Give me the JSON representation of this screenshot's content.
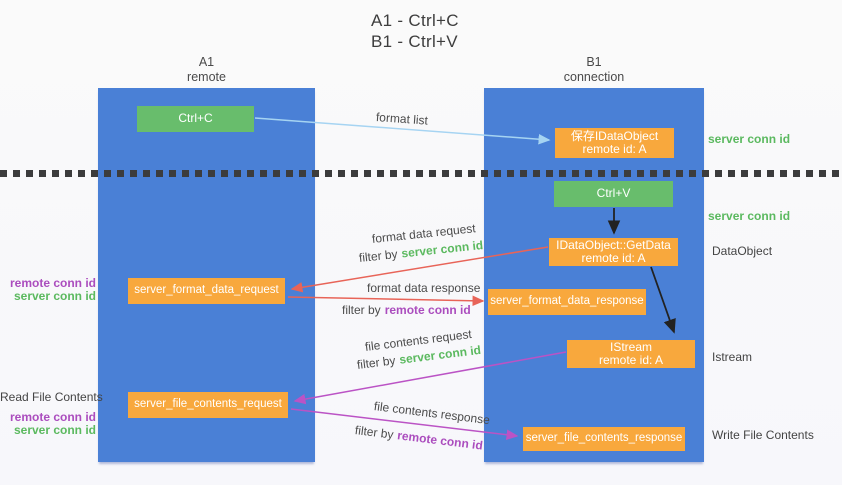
{
  "title": {
    "line1": "A1 - Ctrl+C",
    "line2": "B1 - Ctrl+V"
  },
  "columns": {
    "a1": {
      "name": "A1",
      "sublabel": "remote"
    },
    "b1": {
      "name": "B1",
      "sublabel": "connection"
    }
  },
  "boxes": {
    "ctrl_c": {
      "label": "Ctrl+C"
    },
    "save_dataobject": {
      "line1": "保存IDataObject",
      "line2": "remote id: A"
    },
    "ctrl_v": {
      "label": "Ctrl+V"
    },
    "getdata": {
      "line1": "IDataObject::GetData",
      "line2": "remote id: A"
    },
    "format_request": {
      "label": "server_format_data_request"
    },
    "format_response": {
      "label": "server_format_data_response"
    },
    "istream": {
      "line1": "IStream",
      "line2": "remote id: A"
    },
    "file_request": {
      "label": "server_file_contents_request"
    },
    "file_response": {
      "label": "server_file_contents_response"
    }
  },
  "flows": {
    "format_list": {
      "label": "format list"
    },
    "format_data_request": {
      "label": "format data request",
      "filter_prefix": "filter by",
      "filter_key": "server conn id"
    },
    "format_data_response": {
      "label": "format data response",
      "filter_prefix": "filter by",
      "filter_key": "remote conn id"
    },
    "file_contents_request": {
      "label": "file contents request",
      "filter_prefix": "filter by",
      "filter_key": "server conn id"
    },
    "file_contents_response": {
      "label": "file contents response",
      "filter_prefix": "filter by",
      "filter_key": "remote conn id"
    }
  },
  "side_labels": {
    "left": {
      "format_remote": "remote conn id",
      "format_server": "server conn id",
      "read_file": "Read File Contents",
      "file_remote": "remote conn id",
      "file_server": "server conn id"
    },
    "right": {
      "conn_top": "server conn id",
      "conn_mid": "server conn id",
      "dataobject": "DataObject",
      "istream": "Istream",
      "write_file": "Write File Contents"
    }
  },
  "colors": {
    "column_blue": "#4a80d6",
    "box_green": "#68bd6c",
    "box_orange": "#f8a83d",
    "conn_id_green": "#5bb95f",
    "conn_id_purple": "#ab4dbe",
    "arrow_red": "#e86458",
    "arrow_magenta": "#bb53c5",
    "arrow_blue": "#a6d4f2",
    "arrow_black": "#222222",
    "divider_dark": "#3c3c3c"
  }
}
